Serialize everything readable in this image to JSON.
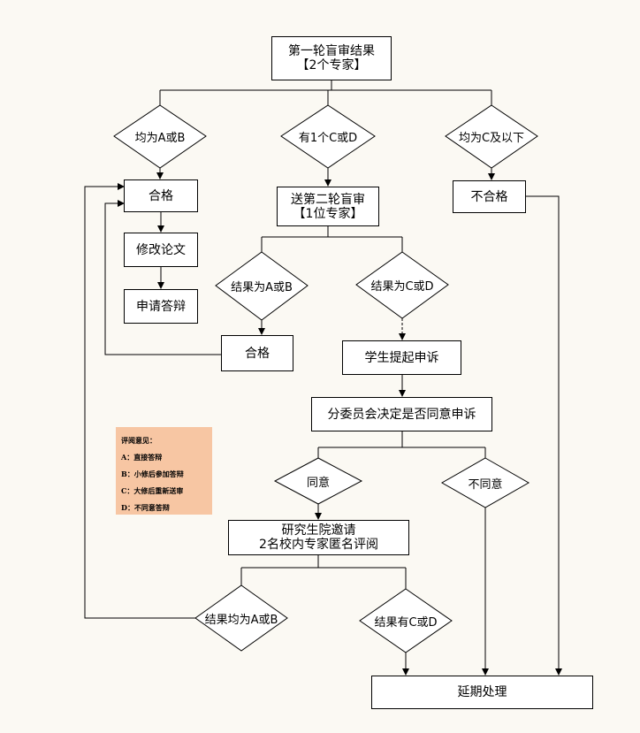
{
  "nodes": {
    "round1": {
      "line1": "第一轮盲审结果",
      "line2": "【2个专家】"
    },
    "cond_ab": "均为A或B",
    "cond_one_cd": "有1个C或D",
    "cond_c_below": "均为C及以下",
    "pass1": "合格",
    "modify": "修改论文",
    "apply_defense": "申请答辩",
    "round2": {
      "line1": "送第二轮盲审",
      "line2": "【1位专家】"
    },
    "fail": "不合格",
    "r2_ab": "结果为A或B",
    "r2_cd": "结果为C或D",
    "pass2": "合格",
    "appeal": "学生提起申诉",
    "committee": "分委员会决定是否同意申诉",
    "agree": "同意",
    "disagree": "不同意",
    "graduate_invite": {
      "line1": "研究生院邀请",
      "line2": "2名校内专家匿名评阅"
    },
    "r3_ab": "结果均为A或B",
    "r3_cd": "结果有C或D",
    "delay": "延期处理"
  },
  "legend": {
    "title": "评阅意见：",
    "items": [
      "A：直接答辩",
      "B：小修后参加答辩",
      "C：大修后重新送审",
      "D：不同意答辩"
    ]
  }
}
